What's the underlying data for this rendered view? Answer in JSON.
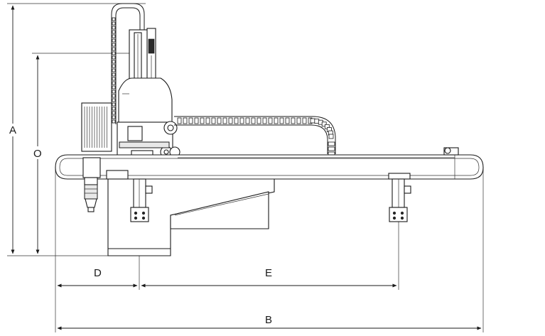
{
  "dimensions": {
    "a": "A",
    "o": "O",
    "d": "D",
    "e": "E",
    "b": "B"
  },
  "colors": {
    "line": "#1a1a1a",
    "background": "#ffffff"
  }
}
